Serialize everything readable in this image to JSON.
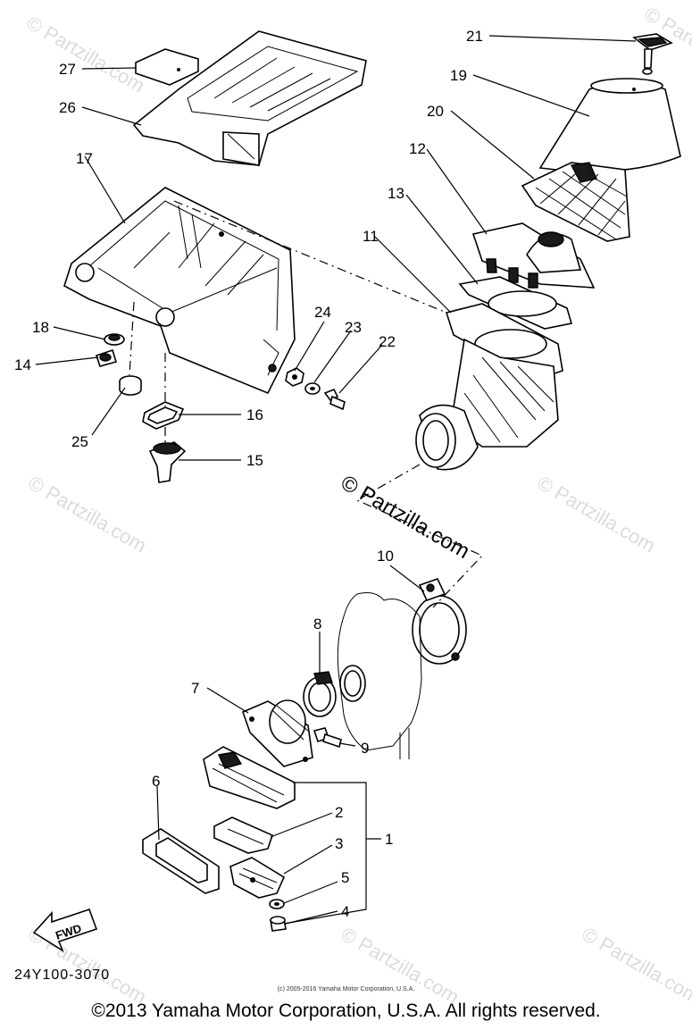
{
  "diagram": {
    "code": "24Y100-3070",
    "fwd_label": "FWD",
    "watermark_center": "© Partzilla.com",
    "watermark_repeat": "© Partzilla.com",
    "small_copyright": "(c) 2005-2016 Yamaha Motor Corporation, U.S.A.",
    "copyright": "©2013 Yamaha Motor Corporation, U.S.A. All rights reserved.",
    "callouts": [
      "1",
      "2",
      "3",
      "4",
      "5",
      "6",
      "7",
      "8",
      "9",
      "10",
      "11",
      "12",
      "13",
      "14",
      "15",
      "16",
      "17",
      "18",
      "19",
      "20",
      "21",
      "22",
      "23",
      "24",
      "25",
      "26",
      "27"
    ]
  }
}
